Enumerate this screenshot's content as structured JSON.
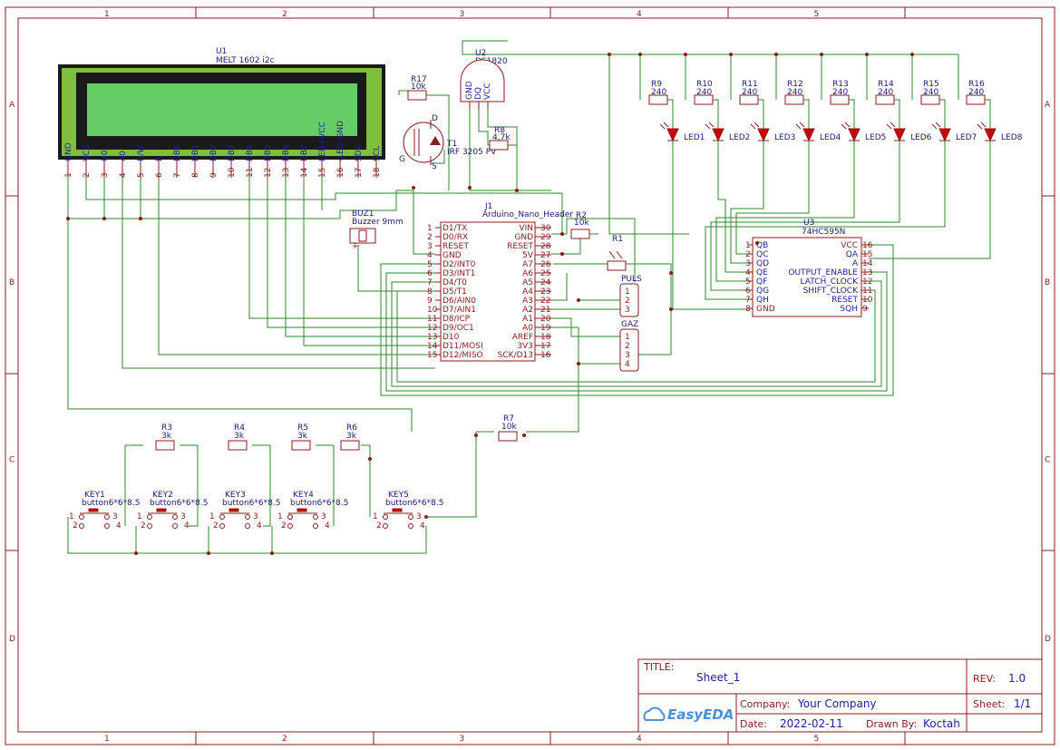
{
  "frame": {
    "cols": [
      "1",
      "2",
      "3",
      "4",
      "5"
    ],
    "rows": [
      "A",
      "B",
      "C",
      "D"
    ]
  },
  "lcd": {
    "ref": "U1",
    "name": "MELT 1602 i2c",
    "pins": [
      {
        "num": "1",
        "name": "GND"
      },
      {
        "num": "2",
        "name": "VCC"
      },
      {
        "num": "3",
        "name": "U0"
      },
      {
        "num": "4",
        "name": "A0"
      },
      {
        "num": "5",
        "name": "R/W"
      },
      {
        "num": "6",
        "name": "E"
      },
      {
        "num": "7",
        "name": "DB0"
      },
      {
        "num": "8",
        "name": "DB1"
      },
      {
        "num": "9",
        "name": "DB2"
      },
      {
        "num": "10",
        "name": "DB3"
      },
      {
        "num": "11",
        "name": "DB4"
      },
      {
        "num": "12",
        "name": "DB5"
      },
      {
        "num": "13",
        "name": "DB6"
      },
      {
        "num": "14",
        "name": "DB7"
      },
      {
        "num": "15",
        "name": "LED+VCC"
      },
      {
        "num": "16",
        "name": "-LED-GND"
      },
      {
        "num": "17",
        "name": "SDA"
      },
      {
        "num": "18",
        "name": "SCL"
      }
    ],
    "colors": {
      "bezel": "#7fbf3f",
      "screen": "#66cc66",
      "outer": "#1a1a1a"
    }
  },
  "u2": {
    "ref": "U2",
    "name": "DS1820",
    "pins": [
      "GND",
      "DQ",
      "VCC"
    ]
  },
  "r17": {
    "ref": "R17",
    "value": "10k"
  },
  "t1": {
    "ref": "T1",
    "name": "IRF 3205 PV",
    "d": "D",
    "g": "G",
    "s": "S"
  },
  "r8": {
    "ref": "R8",
    "value": "4,7k"
  },
  "led_resistors": [
    {
      "ref": "R9",
      "value": "240"
    },
    {
      "ref": "R10",
      "value": "240"
    },
    {
      "ref": "R11",
      "value": "240"
    },
    {
      "ref": "R12",
      "value": "240"
    },
    {
      "ref": "R13",
      "value": "240"
    },
    {
      "ref": "R14",
      "value": "240"
    },
    {
      "ref": "R15",
      "value": "240"
    },
    {
      "ref": "R16",
      "value": "240"
    }
  ],
  "leds": [
    "LED1",
    "LED2",
    "LED3",
    "LED4",
    "LED5",
    "LED6",
    "LED7",
    "LED8"
  ],
  "buz": {
    "ref": "BUZ1",
    "name": "Buzzer 9mm"
  },
  "nano": {
    "ref": "J1",
    "name": "Arduino_Nano_Header",
    "left": [
      {
        "num": "1",
        "name": "D1/TX"
      },
      {
        "num": "2",
        "name": "D0/RX"
      },
      {
        "num": "3",
        "name": "RESET"
      },
      {
        "num": "4",
        "name": "GND"
      },
      {
        "num": "5",
        "name": "D2/INT0"
      },
      {
        "num": "6",
        "name": "D3/INT1"
      },
      {
        "num": "7",
        "name": "D4/T0"
      },
      {
        "num": "8",
        "name": "D5/T1"
      },
      {
        "num": "9",
        "name": "D6/AIN0"
      },
      {
        "num": "10",
        "name": "D7/AIN1"
      },
      {
        "num": "11",
        "name": "D8/ICP"
      },
      {
        "num": "12",
        "name": "D9/OC1"
      },
      {
        "num": "13",
        "name": "D10"
      },
      {
        "num": "14",
        "name": "D11/MOSI"
      },
      {
        "num": "15",
        "name": "D12/MISO"
      }
    ],
    "right": [
      {
        "num": "30",
        "name": "VIN"
      },
      {
        "num": "29",
        "name": "GND"
      },
      {
        "num": "28",
        "name": "RESET"
      },
      {
        "num": "27",
        "name": "5V"
      },
      {
        "num": "26",
        "name": "A7"
      },
      {
        "num": "25",
        "name": "A6"
      },
      {
        "num": "24",
        "name": "A5"
      },
      {
        "num": "23",
        "name": "A4"
      },
      {
        "num": "22",
        "name": "A3"
      },
      {
        "num": "21",
        "name": "A2"
      },
      {
        "num": "20",
        "name": "A1"
      },
      {
        "num": "19",
        "name": "A0"
      },
      {
        "num": "18",
        "name": "AREF"
      },
      {
        "num": "17",
        "name": "3V3"
      },
      {
        "num": "16",
        "name": "SCK/D13"
      }
    ]
  },
  "r2": {
    "ref": "R2",
    "value": "10k"
  },
  "r1": {
    "ref": "R1"
  },
  "puls": {
    "label": "PULS",
    "pins": [
      "1",
      "2",
      "3"
    ]
  },
  "gaz": {
    "label": "GAZ",
    "pins": [
      "1",
      "2",
      "3",
      "4"
    ]
  },
  "u3": {
    "ref": "U3",
    "name": "74HC595N",
    "left": [
      {
        "num": "1",
        "name": "QB"
      },
      {
        "num": "2",
        "name": "QC"
      },
      {
        "num": "3",
        "name": "QD"
      },
      {
        "num": "4",
        "name": "QE"
      },
      {
        "num": "5",
        "name": "QF"
      },
      {
        "num": "6",
        "name": "QG"
      },
      {
        "num": "7",
        "name": "QH"
      },
      {
        "num": "8",
        "name": "GND"
      }
    ],
    "right": [
      {
        "num": "16",
        "name": "VCC"
      },
      {
        "num": "15",
        "name": "QA"
      },
      {
        "num": "14",
        "name": "A"
      },
      {
        "num": "13",
        "name": "OUTPUT_ENABLE"
      },
      {
        "num": "12",
        "name": "LATCH_CLOCK"
      },
      {
        "num": "11",
        "name": "SHIFT_CLOCK"
      },
      {
        "num": "10",
        "name": "RESET"
      },
      {
        "num": "9",
        "name": "SQH"
      }
    ]
  },
  "r7": {
    "ref": "R7",
    "value": "10k"
  },
  "key_resistors": [
    {
      "ref": "R3",
      "value": "3k"
    },
    {
      "ref": "R4",
      "value": "3k"
    },
    {
      "ref": "R5",
      "value": "3k"
    },
    {
      "ref": "R6",
      "value": "3k"
    }
  ],
  "keys": [
    {
      "ref": "KEY1",
      "name": "button6*6*8.5"
    },
    {
      "ref": "KEY2",
      "name": "button6*6*8.5"
    },
    {
      "ref": "KEY3",
      "name": "button6*6*8.5"
    },
    {
      "ref": "KEY4",
      "name": "button6*6*8.5"
    },
    {
      "ref": "KEY5",
      "name": "button6*6*8.5"
    }
  ],
  "key_pins": [
    "1",
    "2",
    "3",
    "4"
  ],
  "title_block": {
    "title_label": "TITLE:",
    "title": "Sheet_1",
    "rev_label": "REV:",
    "rev": "1.0",
    "company_label": "Company:",
    "company": "Your Company",
    "sheet_label": "Sheet:",
    "sheet": "1/1",
    "date_label": "Date:",
    "date": "2022-02-11",
    "drawn_label": "Drawn By:",
    "drawn": "Koctah",
    "logo": "EasyEDA"
  },
  "colors": {
    "frame": "#8b1a1a",
    "wire": "#2a8a2a",
    "pin_label": "#1e1ea0",
    "led": "#cc0000"
  }
}
